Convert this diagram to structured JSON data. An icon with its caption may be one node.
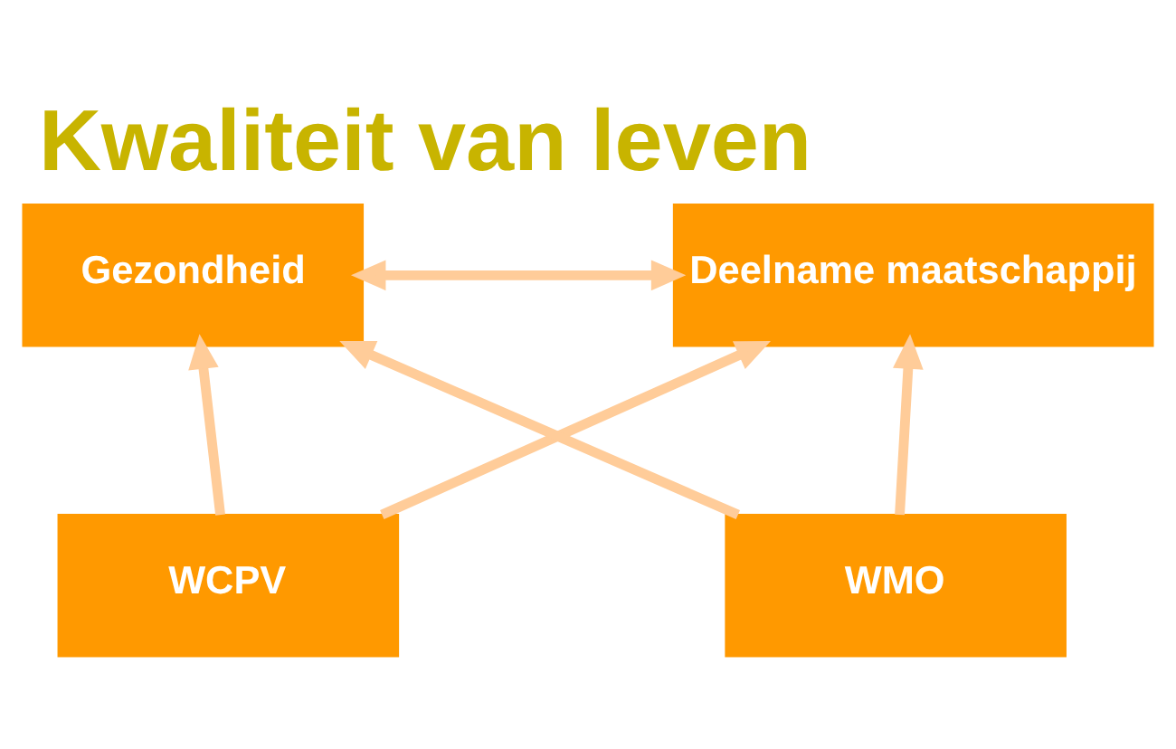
{
  "diagram": {
    "title": "Kwaliteit van leven",
    "nodes": [
      {
        "text": [
          "Gezondheid"
        ]
      },
      {
        "text": [
          "Deelname maatschappij"
        ]
      },
      {
        "text": [
          "WCPV"
        ]
      },
      {
        "text": [
          "WMO"
        ]
      }
    ],
    "edges": [
      {
        "from": 0,
        "to": 1,
        "arrow": "both"
      },
      {
        "from": 2,
        "to": 0,
        "arrow": "to"
      },
      {
        "from": 2,
        "to": 1,
        "arrow": "to"
      },
      {
        "from": 3,
        "to": 0,
        "arrow": "to"
      },
      {
        "from": 3,
        "to": 1,
        "arrow": "to"
      }
    ]
  }
}
